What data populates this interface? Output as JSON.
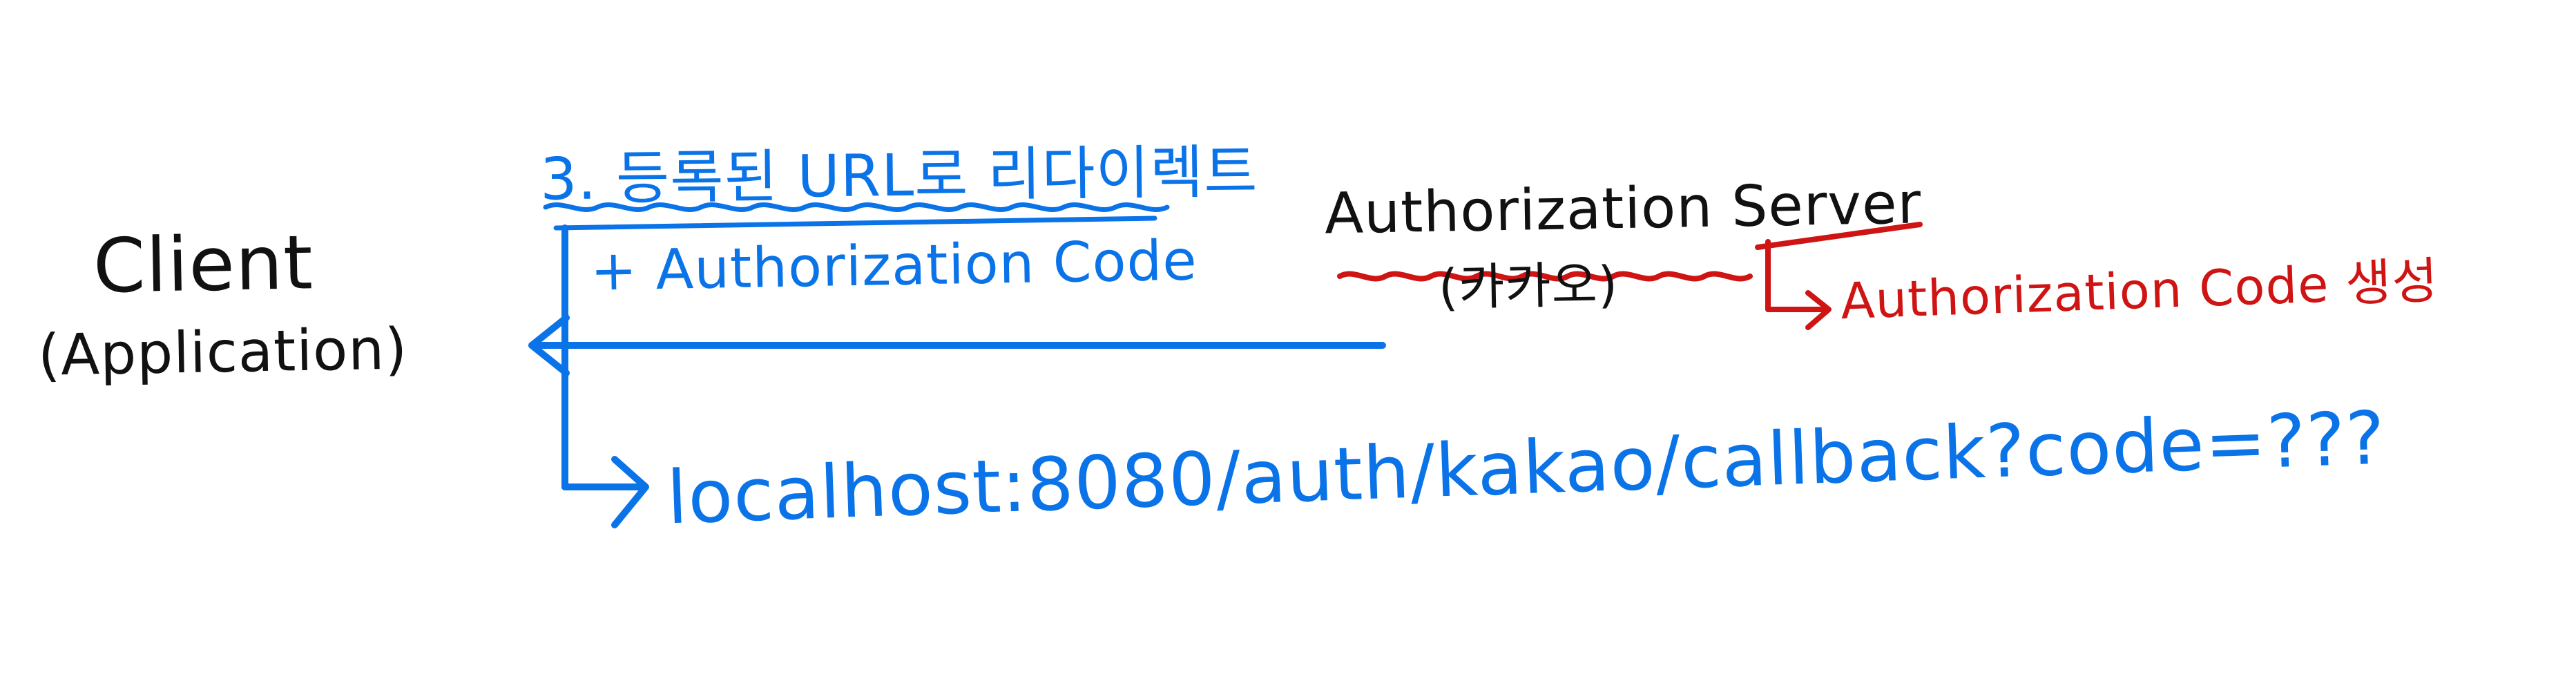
{
  "diagram": {
    "client": {
      "title": "Client",
      "subtitle": "(Application)"
    },
    "step": {
      "label": "3. 등록된 URL로 리다이렉트",
      "sublabel": "+ Authorization Code"
    },
    "server": {
      "title": "Authorization Server",
      "subtitle": "(카카오)",
      "action": "Authorization Code 생성"
    },
    "callback": {
      "url": "localhost:8080/auth/kakao/callback?code=???"
    },
    "colors": {
      "black": "#111111",
      "blue": "#0b73e8",
      "red": "#cf1414"
    },
    "icons": {
      "main_arrow": "arrow-left-icon",
      "callback_arrow": "arrow-right-icon",
      "action_arrow": "arrow-right-icon"
    }
  }
}
